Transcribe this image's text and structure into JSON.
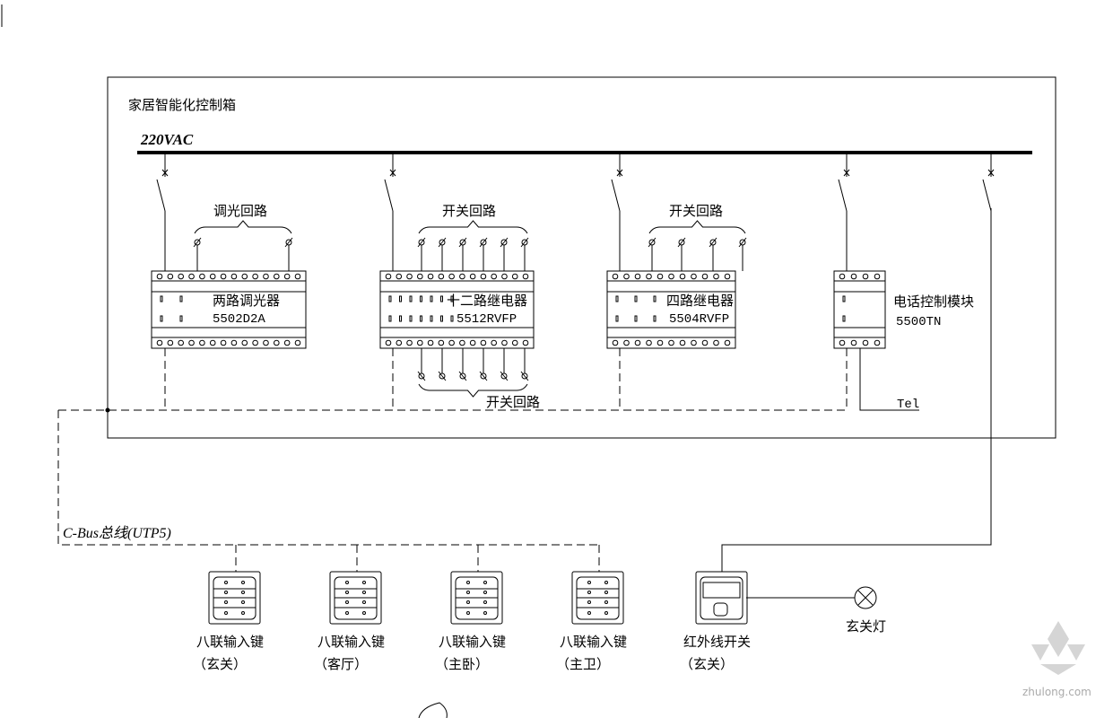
{
  "diagram": {
    "cabinet_title": "家居智能化控制箱",
    "power_label": "220VAC",
    "bus_label": "C-Bus总线(UTP5)",
    "tel_label": "Tel",
    "modules": [
      {
        "name": "两路调光器",
        "model": "5502D2A",
        "circuit_label": "调光回路",
        "outputs": 2
      },
      {
        "name": "十二路继电器",
        "model": "5512RVFP",
        "circuit_label": "开关回路",
        "circuit_label_bottom": "开关回路",
        "outputs": 12
      },
      {
        "name": "四路继电器",
        "model": "5504RVFP",
        "circuit_label": "开关回路",
        "outputs": 4
      },
      {
        "name": "电话控制模块",
        "model": "5500TN"
      }
    ],
    "devices": [
      {
        "name": "八联输入键",
        "location": "（玄关）"
      },
      {
        "name": "八联输入键",
        "location": "（客厅）"
      },
      {
        "name": "八联输入键",
        "location": "（主卧）"
      },
      {
        "name": "八联输入键",
        "location": "（主卫）"
      },
      {
        "name": "红外线开关",
        "location": "（玄关）"
      }
    ],
    "lamp_label": "玄关灯",
    "watermark": "zhulong.com"
  }
}
